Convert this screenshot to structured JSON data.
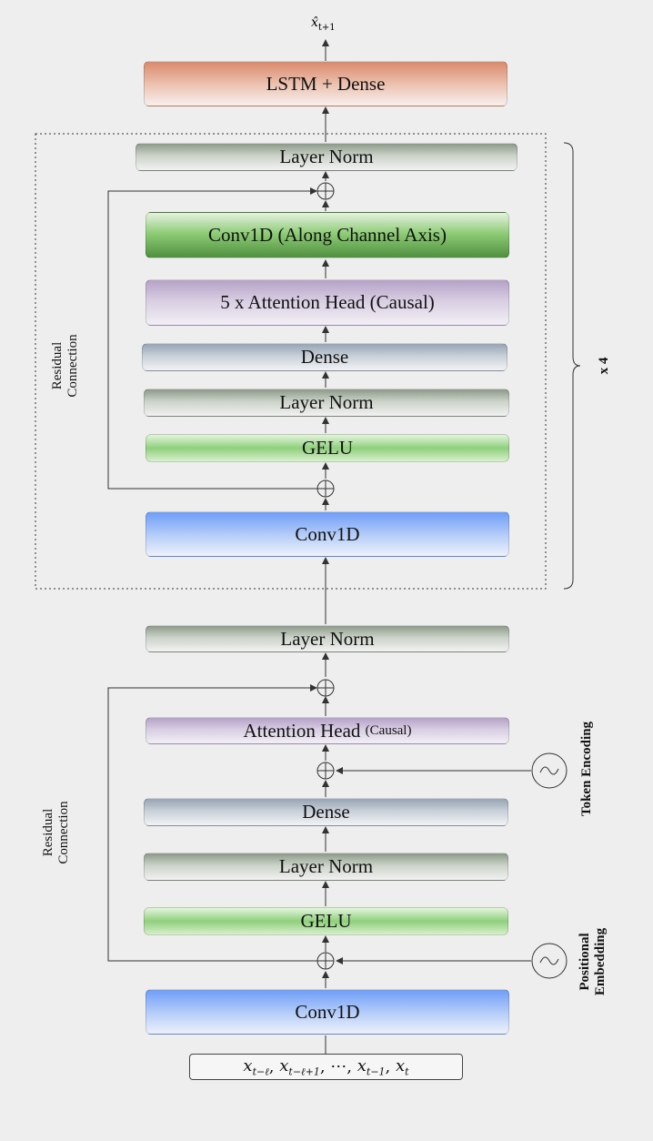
{
  "output_label": "x̂",
  "output_sub": "t+1",
  "blocks": {
    "lstm": "LSTM + Dense",
    "ln_top": "Layer Norm",
    "conv_channel": "Conv1D (Along Channel Axis)",
    "attn5": "5 x Attention Head (Causal)",
    "dense_top": "Dense",
    "ln_mid": "Layer Norm",
    "gelu_top": "GELU",
    "conv_top": "Conv1D",
    "ln_bottom_out": "Layer Norm",
    "attn_main": "Attention Head",
    "attn_causal": "(Causal)",
    "dense_bottom": "Dense",
    "ln_bottom": "Layer Norm",
    "gelu_bottom": "GELU",
    "conv_bottom": "Conv1D"
  },
  "labels": {
    "residual_top": "Residual\nConnection",
    "residual_bottom": "Residual\nConnection",
    "repeat": "x 4",
    "token_encoding": "Token Encoding",
    "positional_embedding": "Positional\nEmbedding"
  },
  "input": {
    "terms": [
      "x",
      "x",
      "x",
      "x"
    ],
    "subs": [
      "t−ℓ",
      "t−ℓ+1",
      "t−1",
      "t"
    ],
    "ellipsis": "⋯"
  }
}
